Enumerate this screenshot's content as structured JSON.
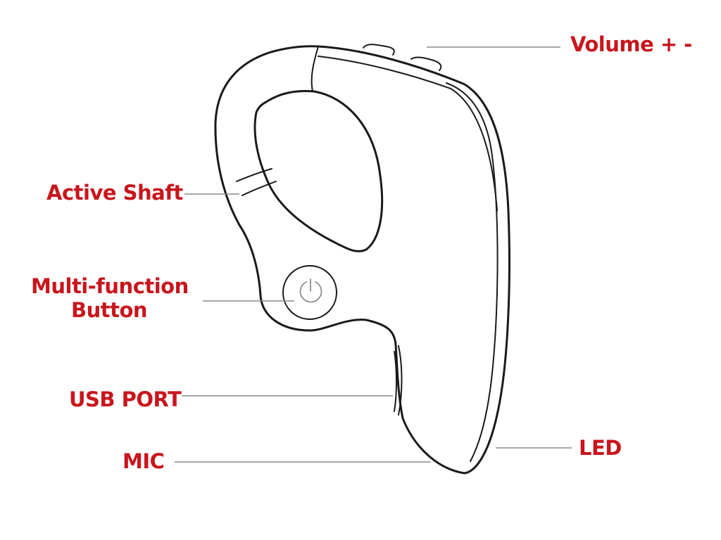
{
  "labels": {
    "volume": "Volume + -",
    "active_shaft": "Active Shaft",
    "multi_function": [
      "Multi-function",
      "Button"
    ],
    "usb_port": "USB PORT",
    "mic": "MIC",
    "led": "LED"
  },
  "colors": {
    "label_text": "#c8161d",
    "outline": "#1a1a1a",
    "leader_line": "#8a8a8a"
  },
  "icons": [
    "power-icon"
  ]
}
